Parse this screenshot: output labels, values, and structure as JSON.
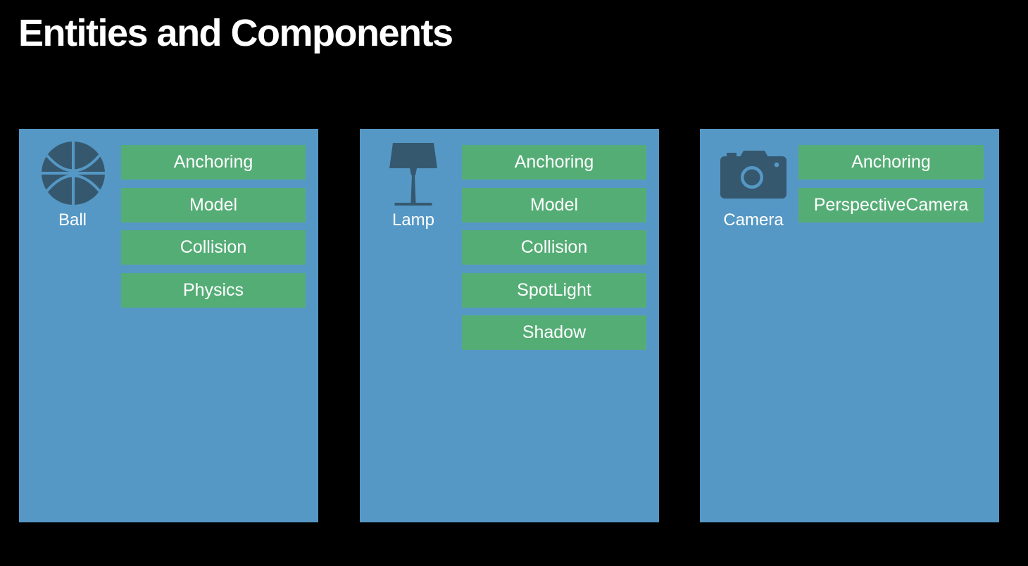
{
  "page": {
    "title": "Entities and Components"
  },
  "colors": {
    "bg": "#000000",
    "panel": "#5598c5",
    "chip": "#55ad76",
    "icon": "#36586f",
    "text": "#ffffff"
  },
  "panels": [
    {
      "name": "Ball",
      "icon": "basketball-icon",
      "components": [
        "Anchoring",
        "Model",
        "Collision",
        "Physics"
      ]
    },
    {
      "name": "Lamp",
      "icon": "lamp-icon",
      "components": [
        "Anchoring",
        "Model",
        "Collision",
        "SpotLight",
        "Shadow"
      ]
    },
    {
      "name": "Camera",
      "icon": "camera-icon",
      "components": [
        "Anchoring",
        "PerspectiveCamera"
      ]
    }
  ]
}
